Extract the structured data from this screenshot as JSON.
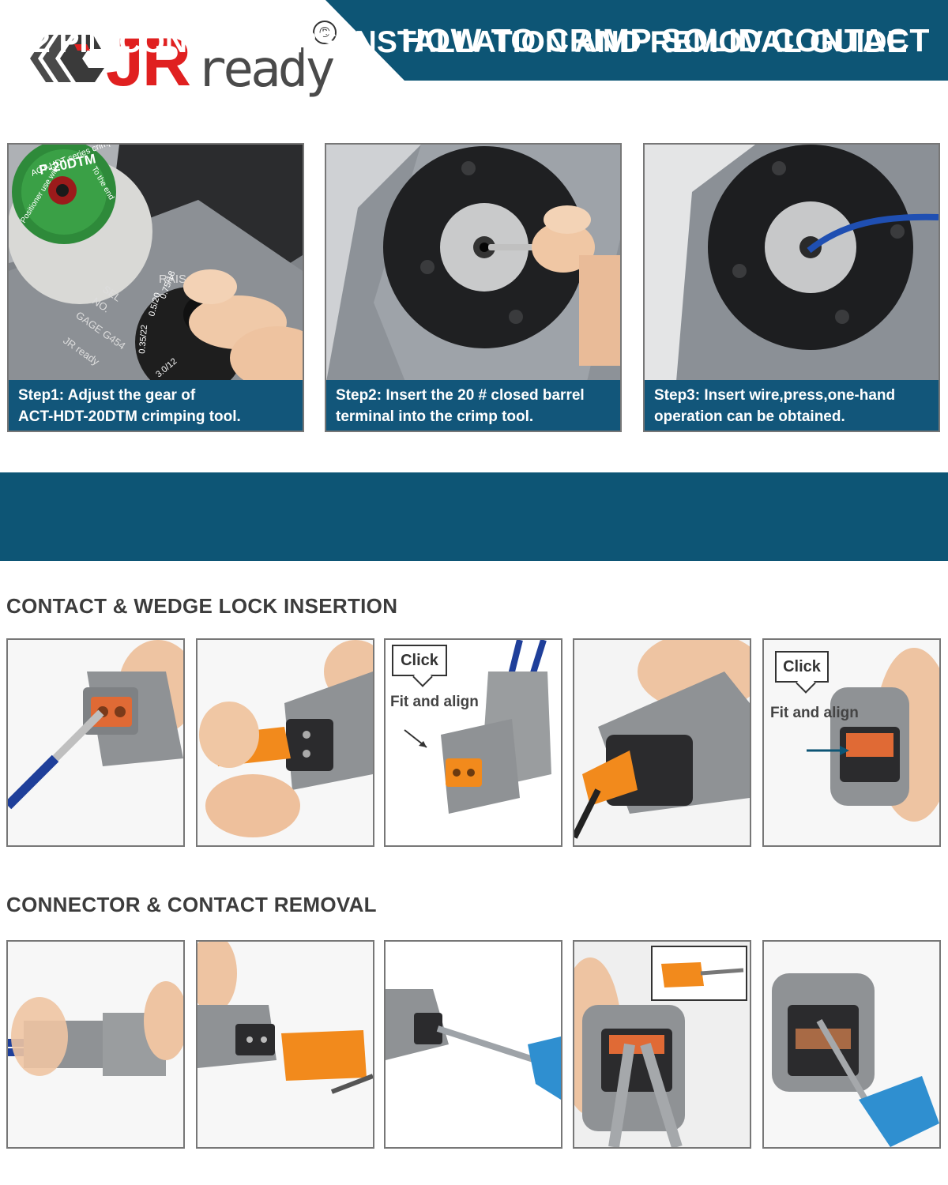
{
  "header": {
    "logo": {
      "brand": "JR",
      "suffix": "ready",
      "registered": "®"
    },
    "title": "HOW TO CRIMP SOLID CONTACT"
  },
  "steps": [
    {
      "caption_line1": "Step1: Adjust the gear of",
      "caption_line2": "ACT-HDT-20DTM crimping tool."
    },
    {
      "caption_line1": "Step2: Insert the 20 # closed barrel",
      "caption_line2": "terminal into the crimp tool."
    },
    {
      "caption_line1": "Step3: Insert wire,press,one-hand",
      "caption_line2": "operation can be obtained."
    }
  ],
  "tool_labels": {
    "positioner_model": "P-20DTM",
    "series": "ACT-HDT series crimp tool",
    "positioner_use": "Positioner use with",
    "to_end": "To the end",
    "sel": "SEL",
    "no": "NO.",
    "gage": "GAGE G454",
    "raise": "RAIS",
    "dial_values": [
      "0.75/18",
      "0.5/20",
      "0.35/22",
      "3.0/12"
    ],
    "brand_mark": "JR ready"
  },
  "guide": {
    "title": "2 PIN CONNECTORS INSTALLATION AND REMOVAL GUIDE",
    "insertion_heading": "CONTACT & WEDGE LOCK INSERTION",
    "removal_heading": "CONNECTOR & CONTACT REMOVAL",
    "click_label": "Click",
    "fit_label": "Fit and align"
  },
  "colors": {
    "banner": "#0d5575",
    "caption_bg": "#12567a",
    "logo_red": "#e02020",
    "wedge_orange": "#f28a1c",
    "connector_gray": "#8f9295",
    "wire_blue": "#1f3f9a"
  }
}
